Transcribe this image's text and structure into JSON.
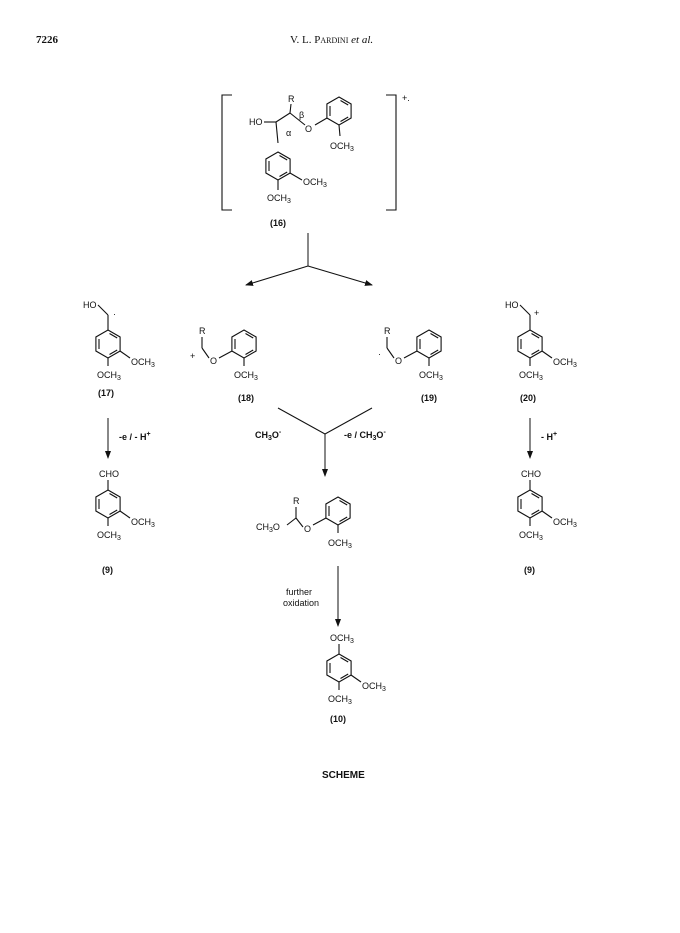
{
  "header": {
    "page_number": "7226",
    "author_prefix": "V. L.",
    "author_surname": "Pardini",
    "author_suffix": "et al."
  },
  "scheme": {
    "radical_cation_charge": "+.",
    "compound_16": {
      "label": "(16)",
      "ho": "HO",
      "r": "R",
      "beta": "β",
      "alpha": "α",
      "o": "O",
      "och3_a": "OCH",
      "och3_b": "OCH",
      "och3_c": "OCH",
      "sub3": "3"
    },
    "compound_17": {
      "label": "(17)",
      "ho": "HO",
      "radical": "·",
      "och3_a": "OCH",
      "och3_b": "OCH",
      "sub3": "3"
    },
    "compound_18": {
      "label": "(18)",
      "charge": "+",
      "r": "R",
      "o": "O",
      "och3": "OCH",
      "sub3": "3"
    },
    "compound_19": {
      "label": "(19)",
      "radical": "·",
      "r": "R",
      "o": "O",
      "och3": "OCH",
      "sub3": "3"
    },
    "compound_20": {
      "label": "(20)",
      "ho": "HO",
      "charge": "+",
      "och3_a": "OCH",
      "och3_b": "OCH",
      "sub3": "3"
    },
    "compound_9_left": {
      "label": "(9)",
      "cho": "CHO",
      "och3_a": "OCH",
      "och3_b": "OCH",
      "sub3": "3"
    },
    "compound_9_right": {
      "label": "(9)",
      "cho": "CHO",
      "och3_a": "OCH",
      "och3_b": "OCH",
      "sub3": "3"
    },
    "acetal": {
      "r": "R",
      "ch3o": "CH",
      "ch3o_tail": "O",
      "o": "O",
      "och3": "OCH",
      "sub3": "3"
    },
    "compound_10": {
      "label": "(10)",
      "och3_a": "OCH",
      "och3_b": "OCH",
      "och3_c": "OCH",
      "sub3": "3"
    },
    "reagents": {
      "left": "-e / - H",
      "left_sup": "+",
      "right": "- H",
      "right_sup": "+",
      "center_left": "CH",
      "center_left_tail": "O",
      "center_left_sup": "-",
      "center_right": "-e / CH",
      "center_right_tail": "O",
      "center_right_sup": "-",
      "further_line1": "further",
      "further_line2": "oxidation"
    },
    "caption": "SCHEME"
  }
}
